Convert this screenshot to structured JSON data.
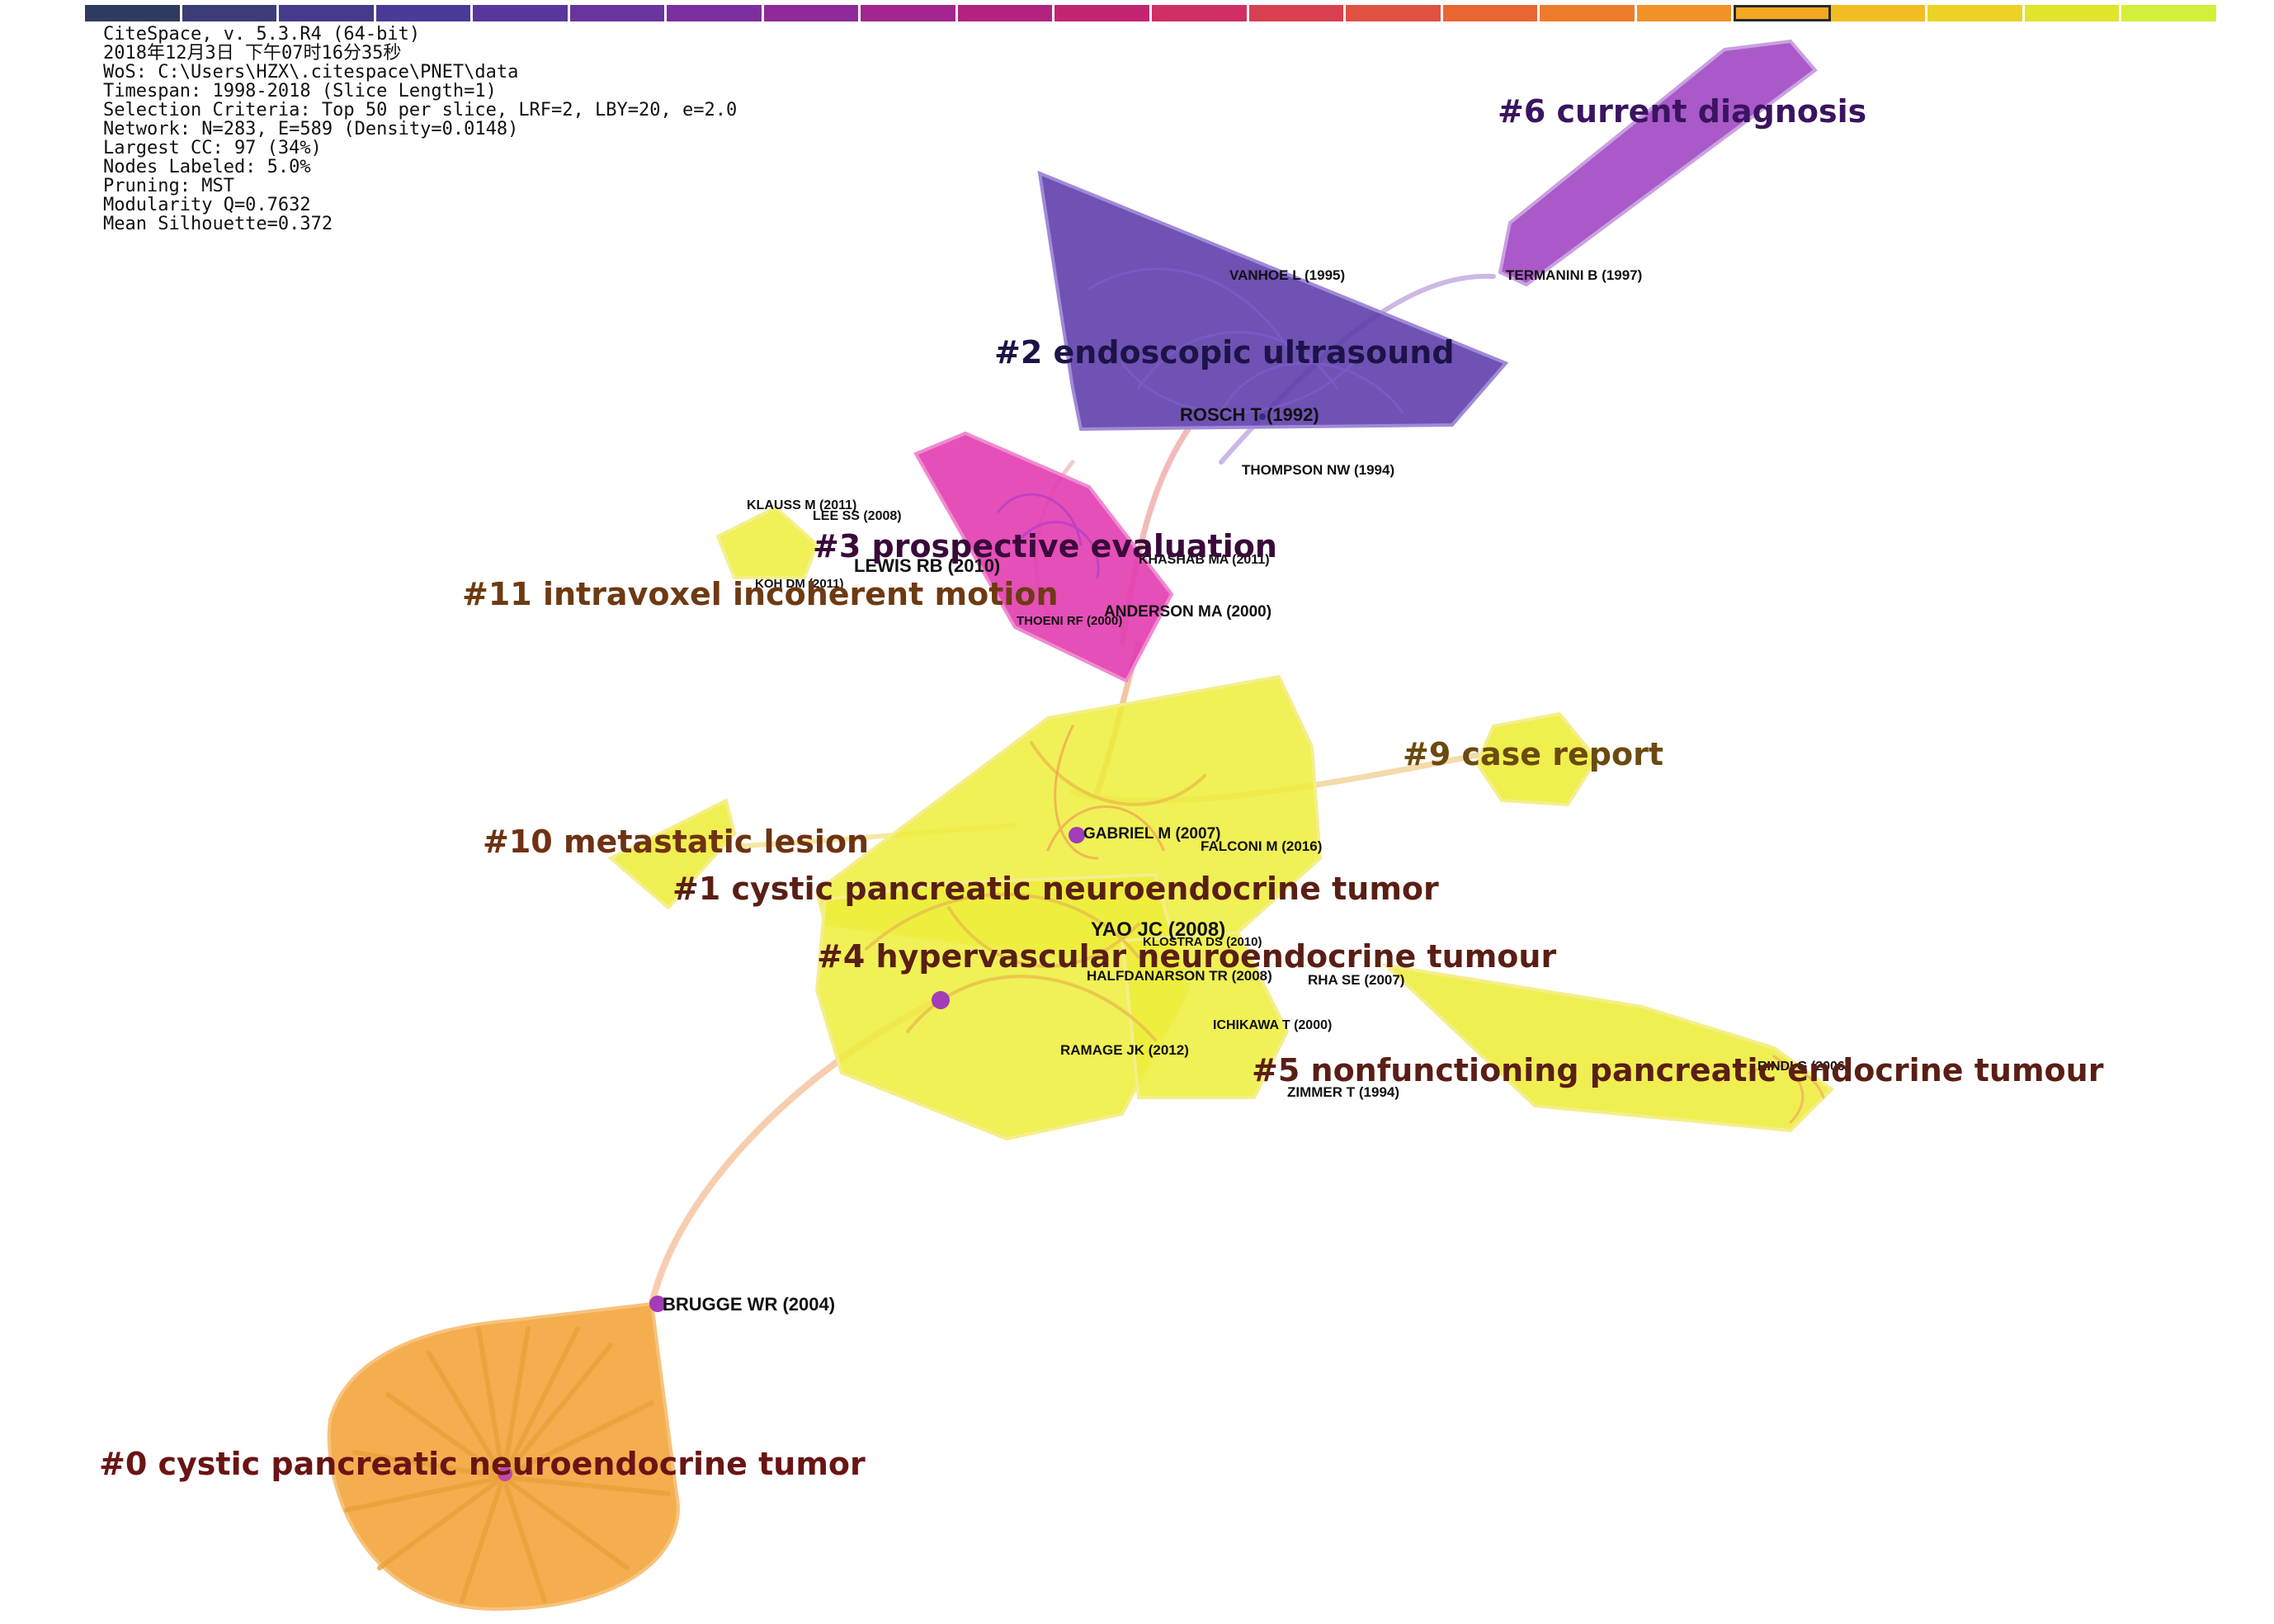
{
  "timeline": {
    "colors": [
      "#2f3a5f",
      "#3a3d78",
      "#433a8a",
      "#4b3a95",
      "#58379c",
      "#6a349f",
      "#7c2f9e",
      "#902a98",
      "#a2268d",
      "#b22280",
      "#c22472",
      "#cf2f62",
      "#d83f51",
      "#e05141",
      "#e76634",
      "#ec7c2b",
      "#f09226",
      "#f3a823",
      "#f1bd22",
      "#ebd224",
      "#e1e52b",
      "#d4ef3a"
    ],
    "selected_index": 17
  },
  "meta_lines": [
    "CiteSpace, v. 5.3.R4 (64-bit)",
    "2018年12月3日 下午07时16分35秒",
    "WoS: C:\\Users\\HZX\\.citespace\\PNET\\data",
    "Timespan: 1998-2018 (Slice Length=1)",
    "Selection Criteria: Top 50 per slice, LRF=2, LBY=20, e=2.0",
    "Network: N=283, E=589 (Density=0.0148)",
    "Largest CC: 97 (34%)",
    "Nodes Labeled: 5.0%",
    "Pruning: MST",
    "Modularity Q=0.7632",
    "Mean Silhouette=0.372"
  ],
  "clusters": [
    {
      "id": "c0",
      "label": "#0 cystic pancreatic neuroendocrine tumor",
      "color": "#f2a030"
    },
    {
      "id": "c1",
      "label": "#1 cystic pancreatic neuroendocrine tumor",
      "color": "#eded3a"
    },
    {
      "id": "c2",
      "label": "#2 endoscopic ultrasound",
      "color": "#5b3aa8"
    },
    {
      "id": "c3",
      "label": "#3 prospective evaluation",
      "color": "#e23cb0"
    },
    {
      "id": "c4",
      "label": "#4 hypervascular neuroendocrine tumour",
      "color": "#eded3a"
    },
    {
      "id": "c5",
      "label": "#5 nonfunctioning pancreatic endocrine tumour",
      "color": "#eded3a"
    },
    {
      "id": "c6",
      "label": "#6 current diagnosis",
      "color": "#9b3cc0"
    },
    {
      "id": "c9",
      "label": "#9 case report",
      "color": "#eded3a"
    },
    {
      "id": "c10",
      "label": "#10 metastatic lesion",
      "color": "#eded3a"
    },
    {
      "id": "c11",
      "label": "#11 intravoxel incoherent motion",
      "color": "#eded3a"
    }
  ],
  "node_labels": [
    "VANHOE L (1995)",
    "TERMANINI B (1997)",
    "ROSCH T (1992)",
    "THOMPSON NW (1994)",
    "KLAUSS M (2011)",
    "LEE SS (2008)",
    "LEWIS RB (2010)",
    "KOH DM (2011)",
    "KHASHAB MA (2011)",
    "ANDERSON MA (2000)",
    "THOENI RF (2000)",
    "GABRIEL M (2007)",
    "FALCONI M (2016)",
    "YAO JC (2008)",
    "KLOSTRA DS (2010)",
    "HALFDANARSON TR (2008)",
    "RHA SE (2007)",
    "ICHIKAWA T (2000)",
    "RAMAGE JK (2012)",
    "RINDI G (2006)",
    "ZIMMER T (1994)",
    "BRUGGE WR (2004)"
  ]
}
